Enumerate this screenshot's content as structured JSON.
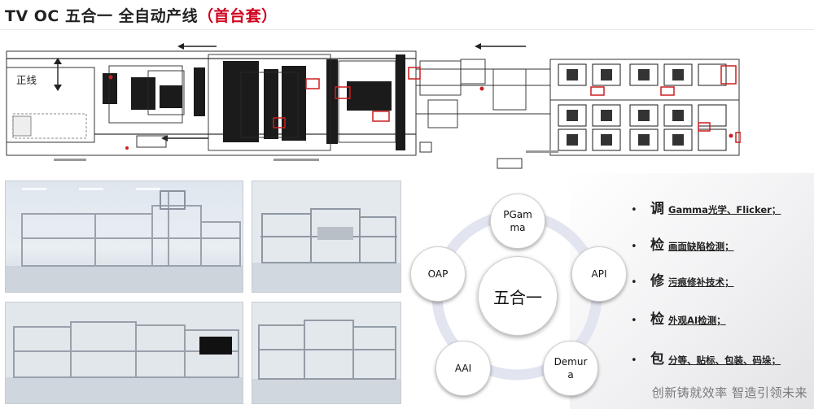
{
  "header": {
    "title_main": "TV OC 五合一 全自动产线",
    "title_highlight": "（首台套）"
  },
  "layout_diagram": {
    "label": "正线"
  },
  "wheel": {
    "center": "五合一",
    "nodes": {
      "top": "PGamma",
      "right": "API",
      "bottom_right": "Demura",
      "bottom_left": "AAI",
      "left": "OAP"
    }
  },
  "features": [
    {
      "bullet": "•",
      "keyword": "调",
      "desc": "Gamma光学、Flicker；"
    },
    {
      "bullet": "•",
      "keyword": "检",
      "desc": "画面缺陷检测；"
    },
    {
      "bullet": "•",
      "keyword": "修",
      "desc": "污痕修补技术；"
    },
    {
      "bullet": "•",
      "keyword": "检",
      "desc": "外观AI检测；"
    },
    {
      "bullet": "•",
      "keyword": "包",
      "desc": "分等、贴标、包装、码垛；"
    }
  ],
  "footer": {
    "slogan": "创新铸就效率  智造引领未来"
  },
  "colors": {
    "title_highlight": "#d0001c",
    "slogan": "#7a7a7a",
    "diagram_red": "#cc1f1f"
  }
}
